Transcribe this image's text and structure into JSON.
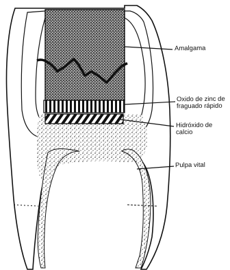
{
  "labels": {
    "amalgama": "Amalgama",
    "oxido_line1": "Oxido de zinc de",
    "oxido_line2": "fraguado rápido",
    "hidroxido_line1": "Hidróxido de",
    "hidroxido_line2": "calcio",
    "pulpa": "Pulpa vital"
  },
  "colors": {
    "ink": "#111111",
    "background": "#ffffff"
  }
}
